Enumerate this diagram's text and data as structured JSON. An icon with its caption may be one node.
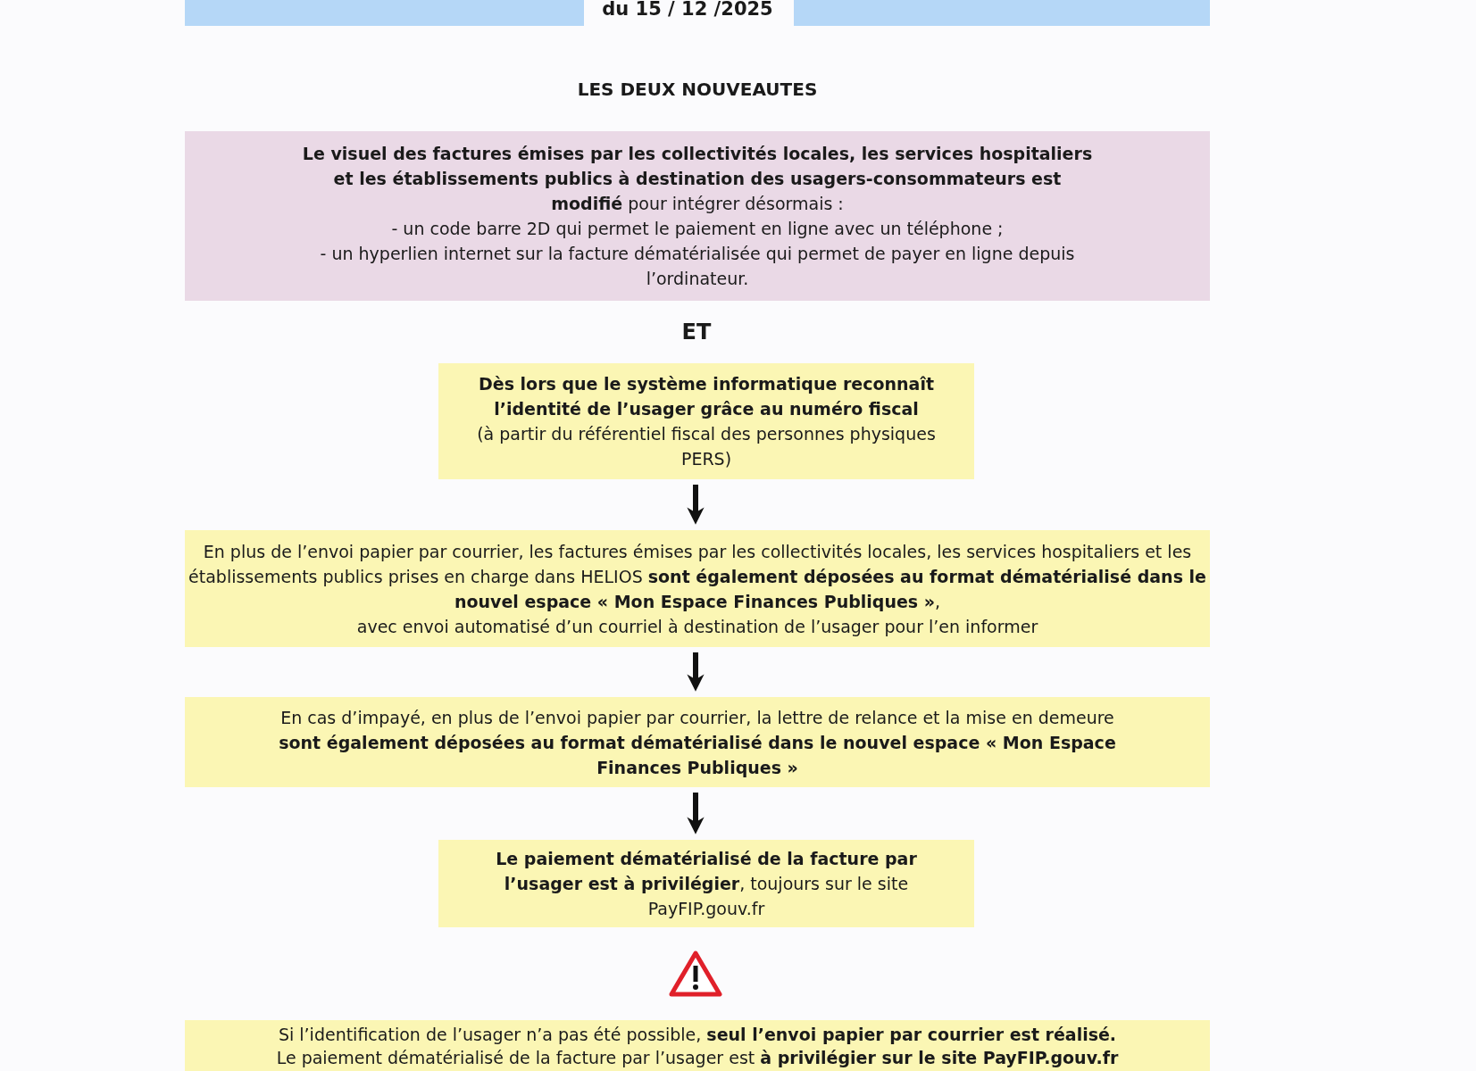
{
  "diagram": {
    "title": "LES DEUX NOUVEAUTES",
    "nodes": [
      {
        "text": [],
        "shape": "box"
      },
      {
        "text": [],
        "shape": "box"
      },
      {
        "text": [
          "**Le visuel des factures émises par les collectivités locales, les services hospitaliers et les établissements publics à destination des usagers-consommateurs est modifié** pour intégrer désormais :",
          "- un code barre 2D qui permet le paiement en ligne avec un téléphone ;",
          "- un hyperlien internet sur la facture dématérialisée qui permet de payer en ligne depuis l’ordinateur."
        ]
      },
      {
        "text": [
          "**Dès lors que le système informatique reconnaît l’identité de l’usager grâce au numéro fiscal**",
          "(à partir du référentiel fiscal des personnes physiques PERS)"
        ]
      },
      {
        "text": [
          "En plus de l’envoi papier par courrier, les factures émises par les collectivités locales, les services hospitaliers et les établissements publics prises en charge dans HELIOS **sont également déposées au format dématérialisé dans le nouvel espace « Mon Espace Finances Publiques »**,",
          "avec envoi automatisé d’un courriel à destination de l’usager pour l’en informer"
        ]
      },
      {
        "text": [
          "En cas d’impayé, en plus de l’envoi papier par courrier, la lettre de relance et la mise en demeure **sont également déposées au format dématérialisé dans le nouvel espace « Mon Espace Finances Publiques »**"
        ]
      },
      {
        "text": [
          "**Le paiement dématérialisé de la facture par l’usager est à privilégier**, toujours sur le site PayFIP.gouv.fr"
        ]
      },
      {
        "text": [
          "Si l’identification de l’usager n’a pas été possible, **seul l’envoi papier par courrier est réalisé.**",
          "Le paiement dématérialisé de la facture par l’usager est **à privilégier sur le site PayFIP.gouv.fr**"
        ]
      }
    ],
    "edges": [
      {
        "from": 3,
        "to": 4,
        "arrow": "to"
      },
      {
        "from": 4,
        "to": 5,
        "arrow": "to"
      },
      {
        "from": 5,
        "to": 6,
        "arrow": "to"
      }
    ],
    "labels": [
      "du 15 / 12 /2025",
      "ET"
    ]
  }
}
